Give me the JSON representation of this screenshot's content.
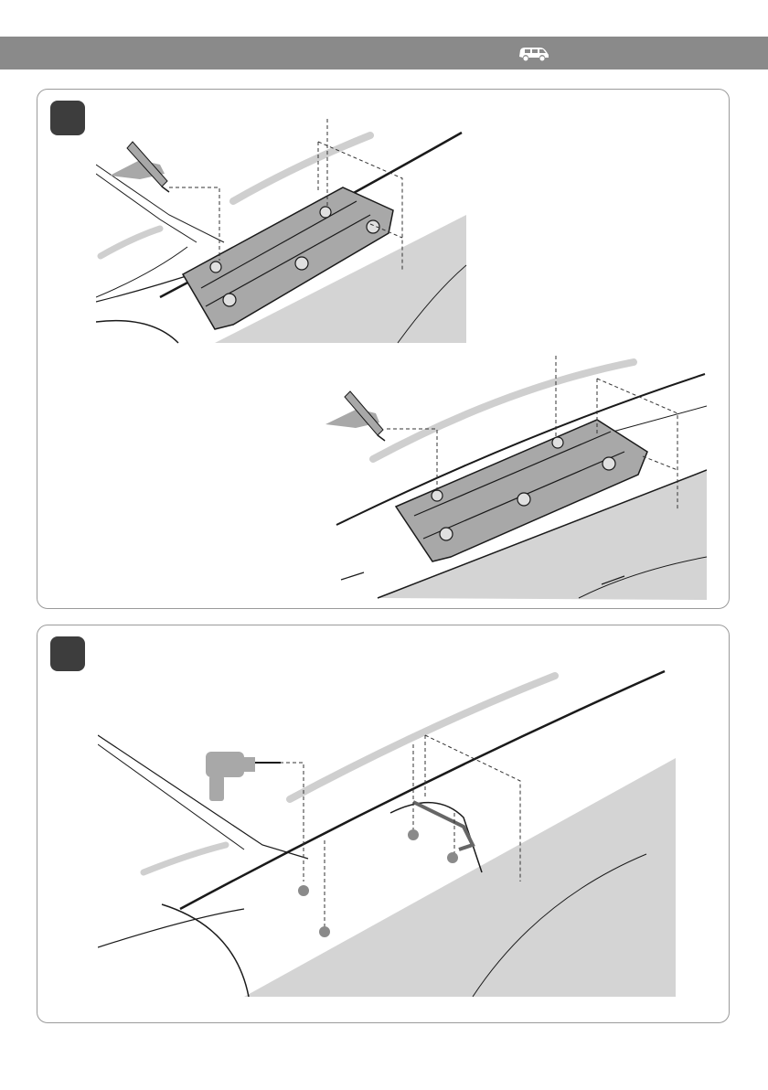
{
  "header": {
    "vehicle_icon": "van-icon",
    "bar_color": "#8a8a8a"
  },
  "steps": [
    {
      "badge_color": "#3d3d3d",
      "illustrations": [
        "marker-pen-icon",
        "roof-rail-bracket-closeup",
        "marker-pen-icon",
        "roof-rail-bracket-alternate"
      ]
    },
    {
      "badge_color": "#3d3d3d",
      "illustrations": [
        "cordless-drill-icon",
        "roof-drill-points"
      ]
    }
  ],
  "colors": {
    "shade": "#d4d4d4",
    "bracket": "#a8a8a8",
    "line": "#1a1a1a",
    "highlight": "#cfcfcf",
    "panel_border": "#9a9a9a"
  }
}
